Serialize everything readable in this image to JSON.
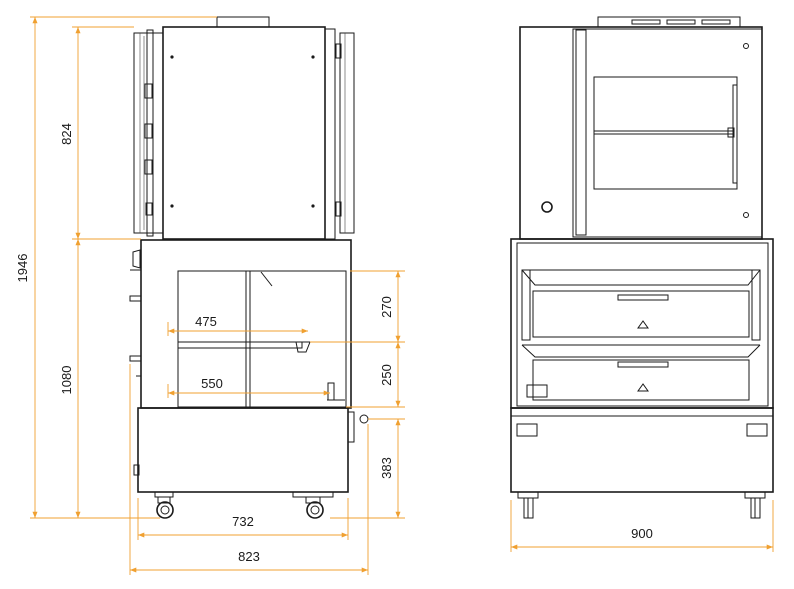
{
  "dimensions": {
    "total_height": "1946",
    "upper_unit_height": "824",
    "lower_unit_height": "1080",
    "tray_spacing": "270",
    "tray_depth_upper": "475",
    "shelf_spacing": "250",
    "tray_depth_lower": "550",
    "base_height": "383",
    "depth_inner": "732",
    "depth_total": "823",
    "width_total": "900"
  },
  "colors": {
    "dimension_line": "#f0a030",
    "drawing_line": "#1a1a1a",
    "background": "#ffffff"
  },
  "views": [
    "side-view",
    "front-view"
  ]
}
